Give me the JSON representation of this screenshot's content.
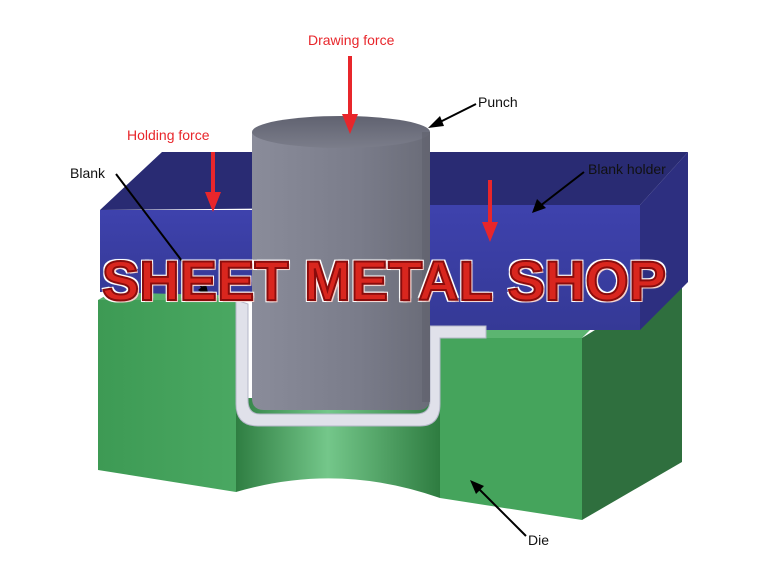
{
  "title": "SHEET METAL SHOP",
  "labels": {
    "drawing_force": "Drawing force",
    "punch": "Punch",
    "holding_force": "Holding force",
    "blank": "Blank",
    "blank_holder": "Blank holder",
    "die": "Die"
  },
  "colors": {
    "force_arrow": "#e8262b",
    "title": "#d9261e",
    "blank_holder": "#3b3fa6",
    "die": "#3f9a55",
    "punch": "#7c7e8c",
    "blank": "#dfe0ea"
  }
}
